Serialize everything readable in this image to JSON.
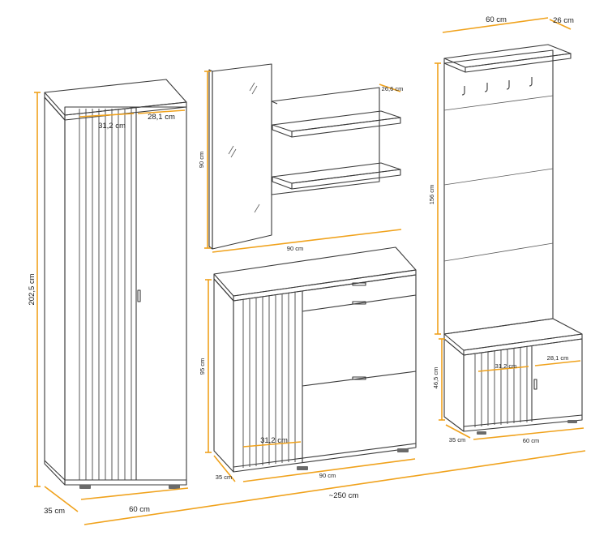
{
  "colors": {
    "dimension": "#f0a21c",
    "outline": "#3a3a3a"
  },
  "labels": {
    "wardrobe": {
      "height": "202,5 cm",
      "panel_left": "31,2 cm",
      "panel_right": "28,1 cm",
      "depth": "35 cm",
      "width": "60 cm"
    },
    "mirror_shelf": {
      "shelf_depth": "26,6 cm",
      "height": "90 cm",
      "width": "90 cm"
    },
    "shoe_cabinet": {
      "height": "95 cm",
      "panel": "31,2 cm",
      "depth": "35 cm",
      "width": "90 cm"
    },
    "coat_rack": {
      "width": "60 cm",
      "depth": "26 cm",
      "height": "156 cm",
      "bench_height": "46,5 cm",
      "panel_left": "31,2 cm",
      "panel_right": "28,1 cm",
      "bench_depth": "35 cm",
      "bench_width": "60 cm"
    },
    "total_width": "~250 cm"
  }
}
